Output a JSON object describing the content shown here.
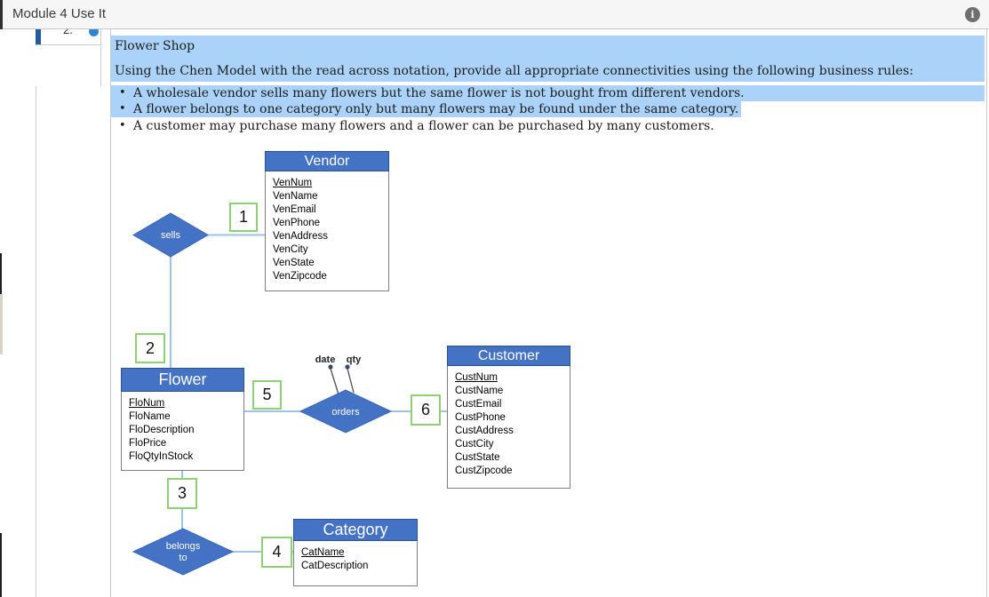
{
  "header": {
    "title": "Module 4 Use It",
    "info_icon_glyph": "i"
  },
  "sidebar": {
    "item_number": "2."
  },
  "content": {
    "title": "Flower Shop",
    "instruction": "Using the Chen Model with the read across notation, provide all appropriate connectivities using the following business rules:",
    "bullets": [
      {
        "text": "A wholesale vendor sells many flowers but the same flower is not bought from different vendors.",
        "highlighted": true
      },
      {
        "text": "A flower belongs to one category only but many flowers may be found under the same category.",
        "highlighted": true
      },
      {
        "text": "A customer may purchase many flowers and a flower can be purchased by many customers.",
        "highlighted": false
      }
    ]
  },
  "diagram": {
    "entities": {
      "vendor": {
        "title": "Vendor",
        "attributes": [
          "VenNum",
          "VenName",
          "VenEmail",
          "VenPhone",
          "VenAddress",
          "VenCity",
          "VenState",
          "VenZipcode"
        ]
      },
      "flower": {
        "title": "Flower",
        "attributes": [
          "FloNum",
          "FloName",
          "FloDescription",
          "FloPrice",
          "FloQtyInStock"
        ]
      },
      "customer": {
        "title": "Customer",
        "attributes": [
          "CustNum",
          "CustName",
          "CustEmail",
          "CustPhone",
          "CustAddress",
          "CustCity",
          "CustState",
          "CustZipcode"
        ]
      },
      "category": {
        "title": "Category",
        "attributes": [
          "CatName",
          "CatDescription"
        ]
      }
    },
    "relationships": {
      "sells": "sells",
      "orders": "orders",
      "belongs_line1": "belongs",
      "belongs_line2": "to"
    },
    "relationship_attributes": {
      "date": "date",
      "qty": "qty"
    },
    "connectivity_boxes": [
      "1",
      "2",
      "3",
      "4",
      "5",
      "6"
    ],
    "colors": {
      "entity_header": "#4472c4",
      "entity_header_border": "#2f528f",
      "diamond_fill": "#4472c4",
      "connector_line": "#9dc3e6",
      "connectivity_box_border": "#8ed273",
      "selection_highlight": "#abd2f8",
      "sidebar_marker": "#1f5c99",
      "sidebar_dot": "#2e86d1"
    }
  }
}
